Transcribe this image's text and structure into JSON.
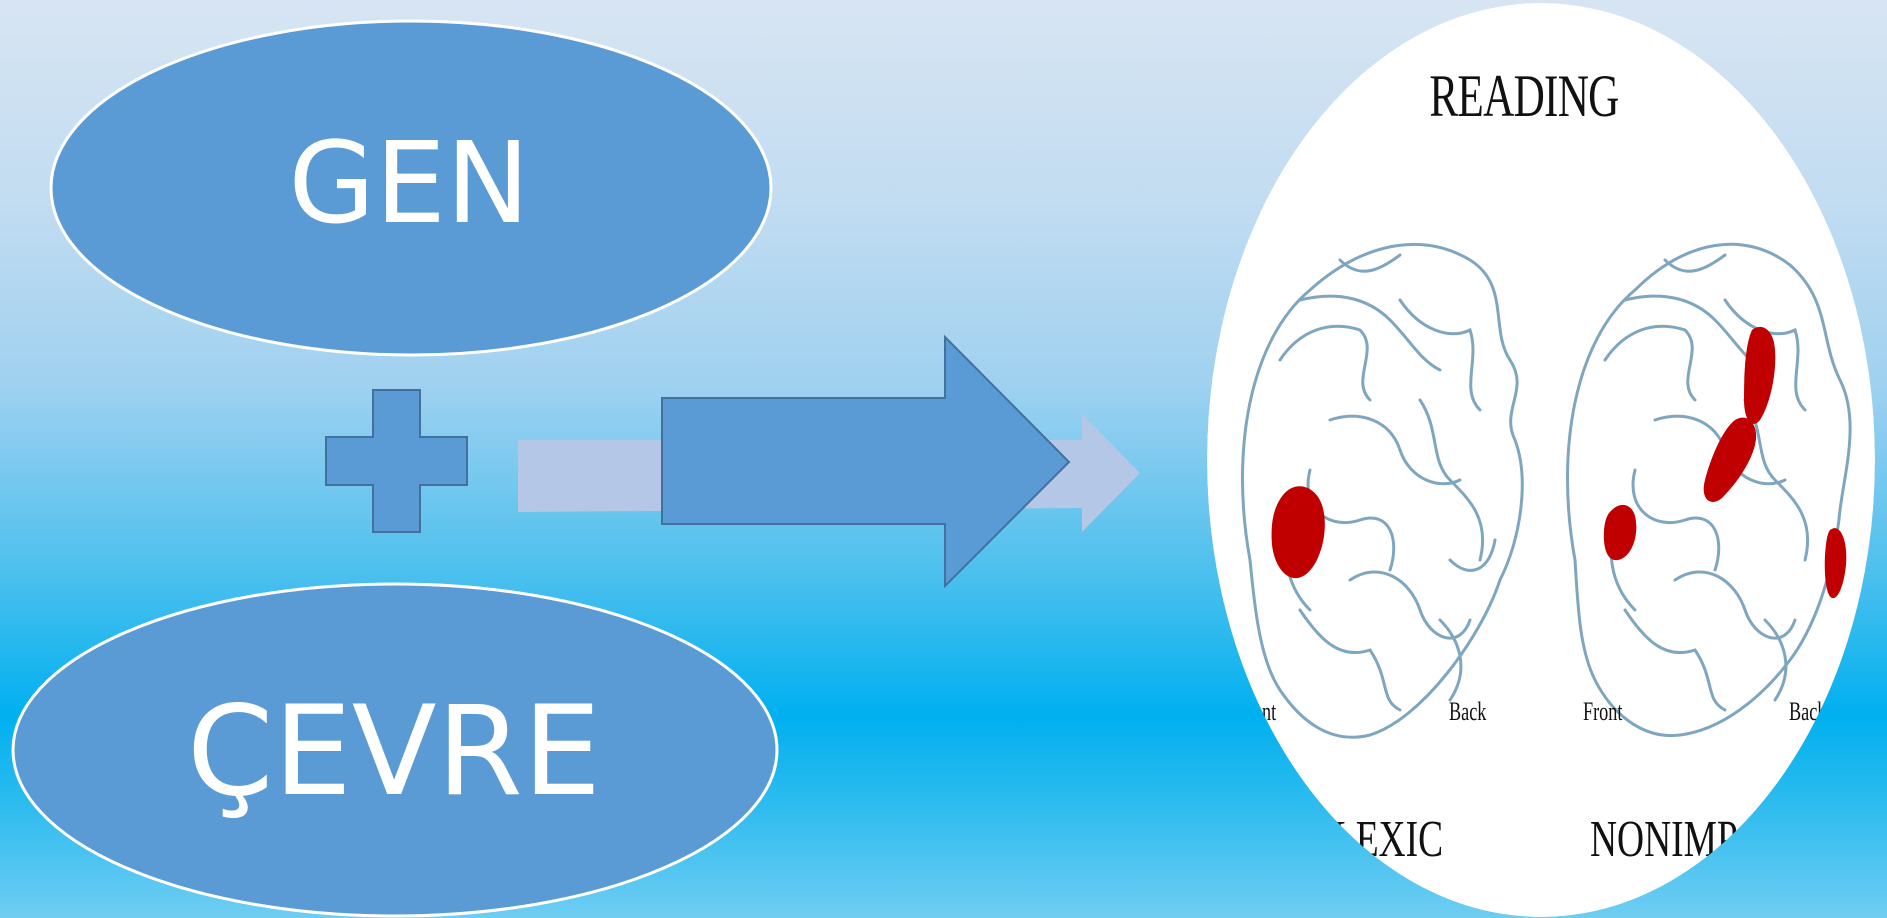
{
  "diagram": {
    "nodes": {
      "gen": {
        "label": "GEN"
      },
      "cevre": {
        "label": "ÇEVRE"
      }
    },
    "operator": {
      "symbol": "plus"
    },
    "arrow": {
      "direction": "right"
    },
    "brain_figure": {
      "title": "READING",
      "left_brain": {
        "group_label": "SLEXIC",
        "front_label": "nt",
        "back_label": "Back"
      },
      "right_brain": {
        "group_label": "NONIMPAIR",
        "front_label": "Front",
        "back_label": "Back"
      }
    }
  },
  "colors": {
    "oval_fill": "#5b9bd5",
    "oval_border": "#ffffff",
    "arrow_fill": "#5b9bd5",
    "arrow_border": "#41719c",
    "arrow_shadow": "#b4c7e7",
    "activation": "#c00000",
    "brain_outline": "#7fa6bf"
  }
}
